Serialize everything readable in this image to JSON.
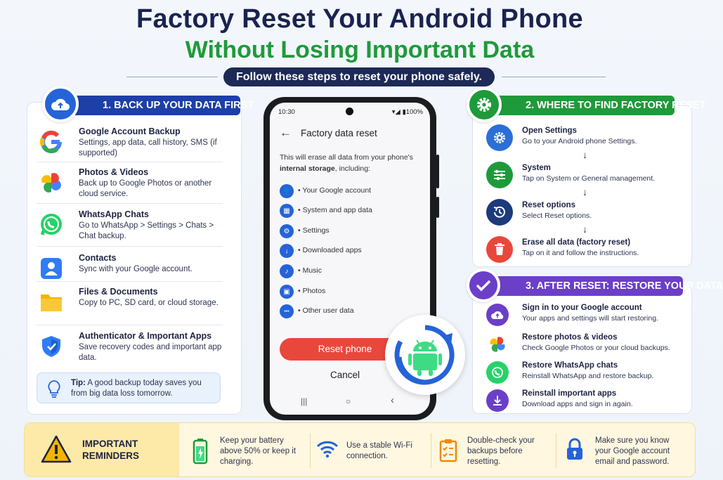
{
  "title": {
    "line1": "Factory Reset Your Android Phone",
    "line2": "Without Losing Important Data",
    "subtitle": "Follow these steps to reset your phone safely."
  },
  "colors": {
    "navy": "#1d2a55",
    "green": "#1f9a3a",
    "blue": "#2563d9",
    "purple": "#6b3fc8",
    "red": "#e8483b",
    "amber": "#fde9a8"
  },
  "backup": {
    "header": "1. BACK UP YOUR DATA FIRST",
    "header_icon": "cloud-upload-icon",
    "items": [
      {
        "title": "Google Account Backup",
        "desc": "Settings, app data, call history, SMS (if supported)",
        "icon": "google-icon"
      },
      {
        "title": "Photos & Videos",
        "desc": "Back up to Google Photos or another cloud service.",
        "icon": "google-photos-icon"
      },
      {
        "title": "WhatsApp Chats",
        "desc": "Go to WhatsApp > Settings > Chats > Chat backup.",
        "icon": "whatsapp-icon"
      },
      {
        "title": "Contacts",
        "desc": "Sync with your Google account.",
        "icon": "contacts-icon"
      },
      {
        "title": "Files & Documents",
        "desc": "Copy to PC, SD card, or cloud storage.",
        "icon": "folder-icon"
      },
      {
        "title": "Authenticator & Important Apps",
        "desc": "Save recovery codes and important app data.",
        "icon": "shield-icon"
      }
    ],
    "tip_label": "Tip:",
    "tip_text": " A good backup today saves you from big data loss tomorrow."
  },
  "phone": {
    "time": "10:30",
    "status": "▾◢ ▮100%",
    "back": "←",
    "screen_title": "Factory data reset",
    "desc_prefix": "This will erase all data from your phone's ",
    "desc_bold": "internal storage",
    "desc_suffix": ", including:",
    "items": [
      {
        "label": "• Your Google account",
        "icon": "account-icon",
        "glyph": "👤"
      },
      {
        "label": "• System and app data",
        "icon": "apps-icon",
        "glyph": "▦"
      },
      {
        "label": "• Settings",
        "icon": "settings-icon",
        "glyph": "⚙"
      },
      {
        "label": "• Downloaded apps",
        "icon": "download-icon",
        "glyph": "↓"
      },
      {
        "label": "• Music",
        "icon": "music-icon",
        "glyph": "♪"
      },
      {
        "label": "• Photos",
        "icon": "photos-icon",
        "glyph": "▣"
      },
      {
        "label": "• Other user data",
        "icon": "more-icon",
        "glyph": "•••"
      }
    ],
    "reset_button": "Reset phone",
    "cancel_button": "Cancel",
    "nav_recent": "|||",
    "nav_home": "○",
    "nav_back": "‹"
  },
  "where": {
    "header": "2. WHERE TO FIND FACTORY RESET",
    "header_icon": "gear-icon",
    "steps": [
      {
        "title": "Open Settings",
        "desc": "Go to your Android phone Settings.",
        "icon": "gear-icon",
        "color": "#2b6fd6"
      },
      {
        "title": "System",
        "desc": "Tap on System or General management.",
        "icon": "sliders-icon",
        "color": "#1f9a3a"
      },
      {
        "title": "Reset options",
        "desc": "Select Reset options.",
        "icon": "history-icon",
        "color": "#1d3a7a"
      },
      {
        "title": "Erase all data (factory reset)",
        "desc": "Tap on it and follow the instructions.",
        "icon": "trash-icon",
        "color": "#e8483b"
      }
    ],
    "arrow": "↓"
  },
  "restore": {
    "header": "3. AFTER RESET: RESTORE YOUR DATA",
    "header_icon": "check-icon",
    "steps": [
      {
        "title": "Sign in to your Google account",
        "desc": "Your apps and settings will start restoring.",
        "icon": "cloud-upload-icon",
        "color": "#6b3fc8"
      },
      {
        "title": "Restore photos & videos",
        "desc": "Check Google Photos or your cloud backups.",
        "icon": "google-photos-icon",
        "color": "#ffffff"
      },
      {
        "title": "Restore WhatsApp chats",
        "desc": "Reinstall WhatsApp and restore backup.",
        "icon": "whatsapp-icon",
        "color": "#25d366"
      },
      {
        "title": "Reinstall important apps",
        "desc": "Download apps and sign in again.",
        "icon": "download-icon",
        "color": "#6b3fc8"
      }
    ]
  },
  "reminders": {
    "title_line1": "IMPORTANT",
    "title_line2": "REMINDERS",
    "items": [
      {
        "text": "Keep your battery above 50% or keep it charging.",
        "icon": "battery-icon"
      },
      {
        "text": "Use a stable Wi-Fi connection.",
        "icon": "wifi-icon"
      },
      {
        "text": "Double-check your backups before resetting.",
        "icon": "clipboard-check-icon"
      },
      {
        "text": "Make sure you know your Google account email and password.",
        "icon": "lock-icon"
      }
    ]
  }
}
